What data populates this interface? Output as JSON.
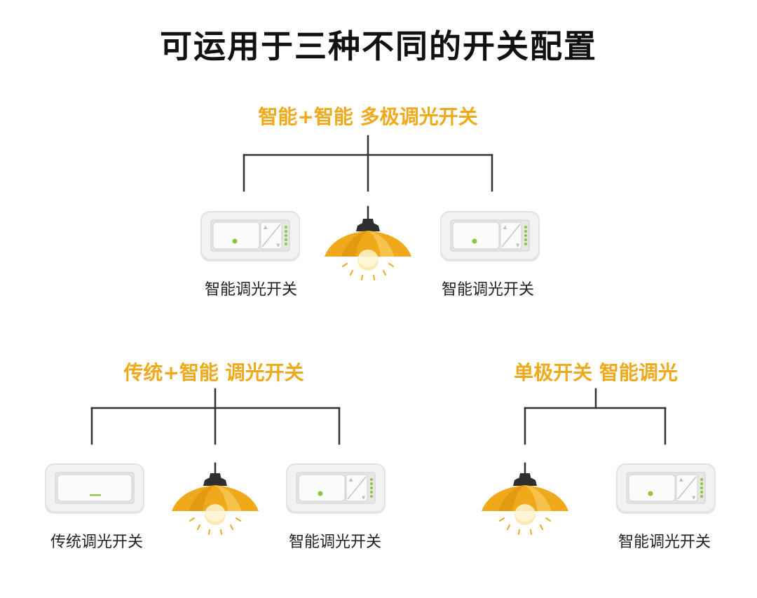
{
  "title": "可运用于三种不同的开关配置",
  "colors": {
    "accent": "#f0a91b",
    "indicator": "#8cc63f",
    "line": "#333333",
    "switch_body": "#e7e7e7"
  },
  "configs": [
    {
      "heading": "智能+智能 多极调光开关",
      "left_label": "智能调光开关",
      "right_label": "智能调光开关"
    },
    {
      "heading": "传统+智能 调光开关",
      "left_label": "传统调光开关",
      "right_label": "智能调光开关"
    },
    {
      "heading": "单极开关 智能调光",
      "right_label": "智能调光开关"
    }
  ]
}
